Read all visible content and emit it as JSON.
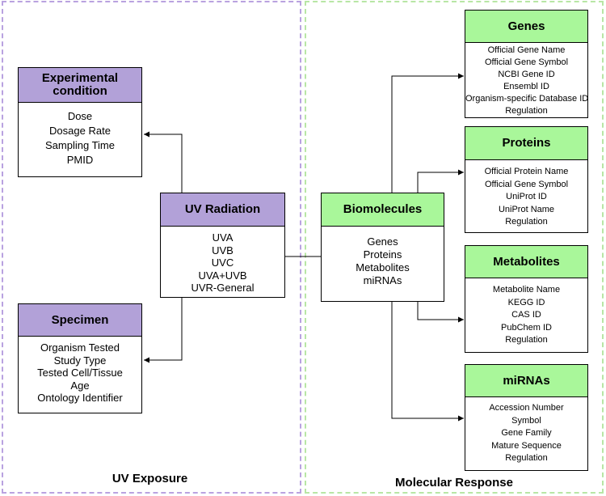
{
  "regions": {
    "uv_exposure": "UV Exposure",
    "molecular_response": "Molecular Response"
  },
  "experimental_condition": {
    "title": "Experimental condition",
    "items": [
      "Dose",
      "Dosage Rate",
      "Sampling Time",
      "PMID"
    ]
  },
  "specimen": {
    "title": "Specimen",
    "items": [
      "Organism Tested",
      "Study Type",
      "Tested Cell/Tissue",
      "Age",
      "Ontology Identifier"
    ]
  },
  "uv_radiation": {
    "title": "UV Radiation",
    "items": [
      "UVA",
      "UVB",
      "UVC",
      "UVA+UVB",
      "UVR-General"
    ]
  },
  "biomolecules": {
    "title": "Biomolecules",
    "items": [
      "Genes",
      "Proteins",
      "Metabolites",
      "miRNAs"
    ]
  },
  "genes": {
    "title": "Genes",
    "items": [
      "Official Gene Name",
      "Official Gene Symbol",
      "NCBI Gene ID",
      "Ensembl ID",
      "Organism-specific Database ID",
      "Regulation"
    ]
  },
  "proteins": {
    "title": "Proteins",
    "items": [
      "Official Protein Name",
      "Official Gene Symbol",
      "UniProt ID",
      "UniProt Name",
      "Regulation"
    ]
  },
  "metabolites": {
    "title": "Metabolites",
    "items": [
      "Metabolite Name",
      "KEGG ID",
      "CAS ID",
      "PubChem ID",
      "Regulation"
    ]
  },
  "mirnas": {
    "title": "miRNAs",
    "items": [
      "Accession Number",
      "Symbol",
      "Gene Family",
      "Mature Sequence",
      "Regulation"
    ]
  },
  "colors": {
    "purple_header": "#b2a1d8",
    "green_header": "#a9f79a",
    "purple_border": "#b9a2e0",
    "green_border": "#b8e6a5"
  }
}
